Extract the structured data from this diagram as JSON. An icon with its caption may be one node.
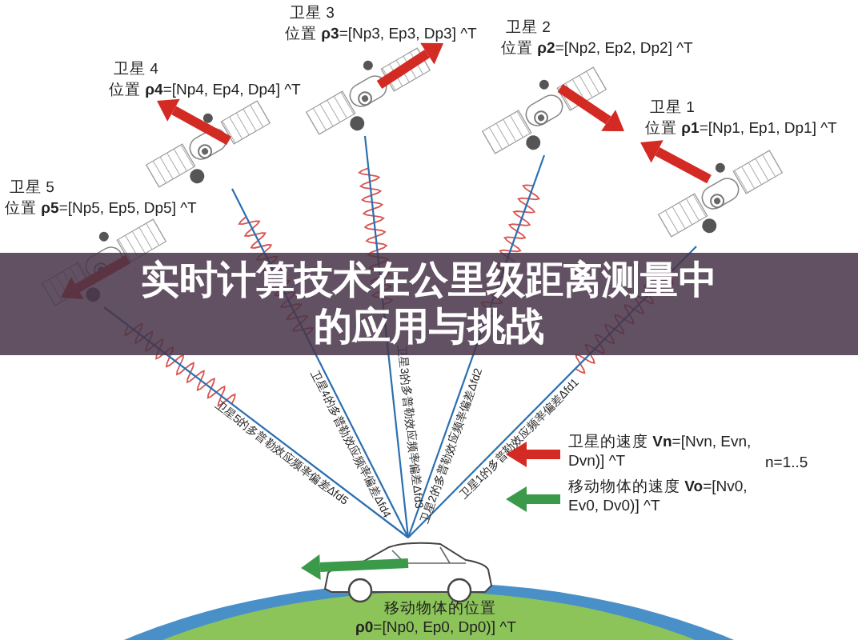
{
  "diagram": {
    "title": "实时计算技术在公里级距离测量中的应用与挑战",
    "nodes": [
      {
        "text": [
          "卫星 1",
          "位置 **ρ1**=[Np1, Ep1, Dp1] ^T"
        ]
      },
      {
        "text": [
          "卫星 2",
          "位置 **ρ2**=[Np2, Ep2, Dp2] ^T"
        ]
      },
      {
        "text": [
          "卫星 3",
          "位置 **ρ3**=[Np3, Ep3, Dp3] ^T"
        ]
      },
      {
        "text": [
          "卫星 4",
          "位置 **ρ4**=[Np4, Ep4, Dp4] ^T"
        ]
      },
      {
        "text": [
          "卫星 5",
          "位置 **ρ5**=[Np5, Ep5, Dp5] ^T"
        ]
      },
      {
        "text": [
          "移动物体的位置",
          "**ρ0**=[Np0, Ep0, Dp0)] ^T"
        ]
      }
    ],
    "edges": [
      {
        "from": 0,
        "to": 5,
        "arrow": "none",
        "label": "卫星1的多普勒效应频率偏差Δfd1"
      },
      {
        "from": 1,
        "to": 5,
        "arrow": "none",
        "label": "卫星2的多普勒效应频率偏差Δfd2"
      },
      {
        "from": 2,
        "to": 5,
        "arrow": "none",
        "label": "卫星3的多普勒效应频率偏差Δfd3"
      },
      {
        "from": 3,
        "to": 5,
        "arrow": "none",
        "label": "卫星4的多普勒效应频率偏差Δfd4"
      },
      {
        "from": 4,
        "to": 5,
        "arrow": "none",
        "label": "卫星5的多普勒效应频率偏差Δfd5"
      }
    ],
    "labels": [
      "n=1..5"
    ],
    "legend": [
      {
        "text": "卫星的速度 **Vn**=[Nvn, Evn, Dvn)] ^T"
      },
      {
        "text": "移动物体的速度 **Vo**=[Nv0, Ev0, Dv0)] ^T"
      }
    ]
  }
}
